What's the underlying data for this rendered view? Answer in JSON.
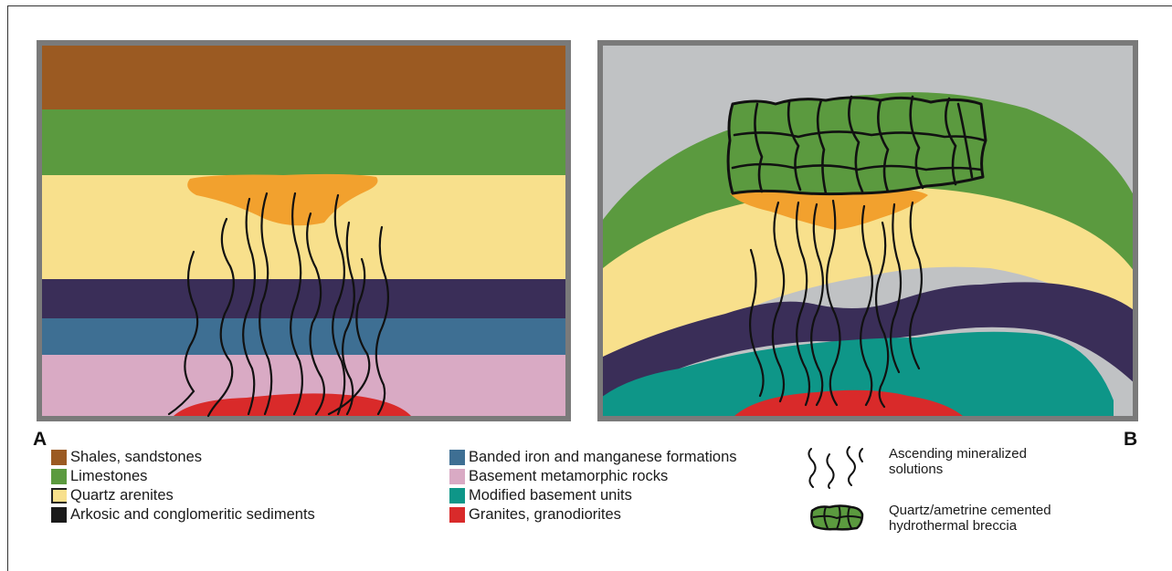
{
  "panels": [
    {
      "letter": "A"
    },
    {
      "letter": "B"
    }
  ],
  "legend": {
    "left": [
      {
        "label": "Shales, sandstones",
        "color": "#9b5a22"
      },
      {
        "label": "Limestones",
        "color": "#5b9a3f"
      },
      {
        "label": "Quartz arenites",
        "color": "#f8e08c",
        "outlined": true
      },
      {
        "label": "Arkosic and conglomeritic sediments",
        "color": "#1a1a1a"
      }
    ],
    "middle": [
      {
        "label": "Banded iron and manganese formations",
        "color": "#3e6f93"
      },
      {
        "label": "Basement metamorphic rocks",
        "color": "#d9aac4"
      },
      {
        "label": "Modified basement units",
        "color": "#0e9688"
      },
      {
        "label": "Granites, granodiorites",
        "color": "#d92a2a"
      }
    ],
    "symbols": {
      "solutions_line1": "Ascending mineralized",
      "solutions_line2": "solutions",
      "breccia_line1": "Quartz/ametrine cemented",
      "breccia_line2": "hydrothermal breccia"
    }
  },
  "colors": {
    "shale": "#9b5a22",
    "limestone": "#5b9a3f",
    "quartz_arenite": "#f8e08c",
    "orange_zone": "#f2a12e",
    "arkose": "#3a2e58",
    "banded_iron": "#3e6f93",
    "basement": "#d9aac4",
    "modified_basement": "#0e9688",
    "granite": "#d92a2a",
    "sky_grey": "#c0c2c4",
    "frame_grey": "#7a7a7a",
    "vein": "#111111"
  }
}
